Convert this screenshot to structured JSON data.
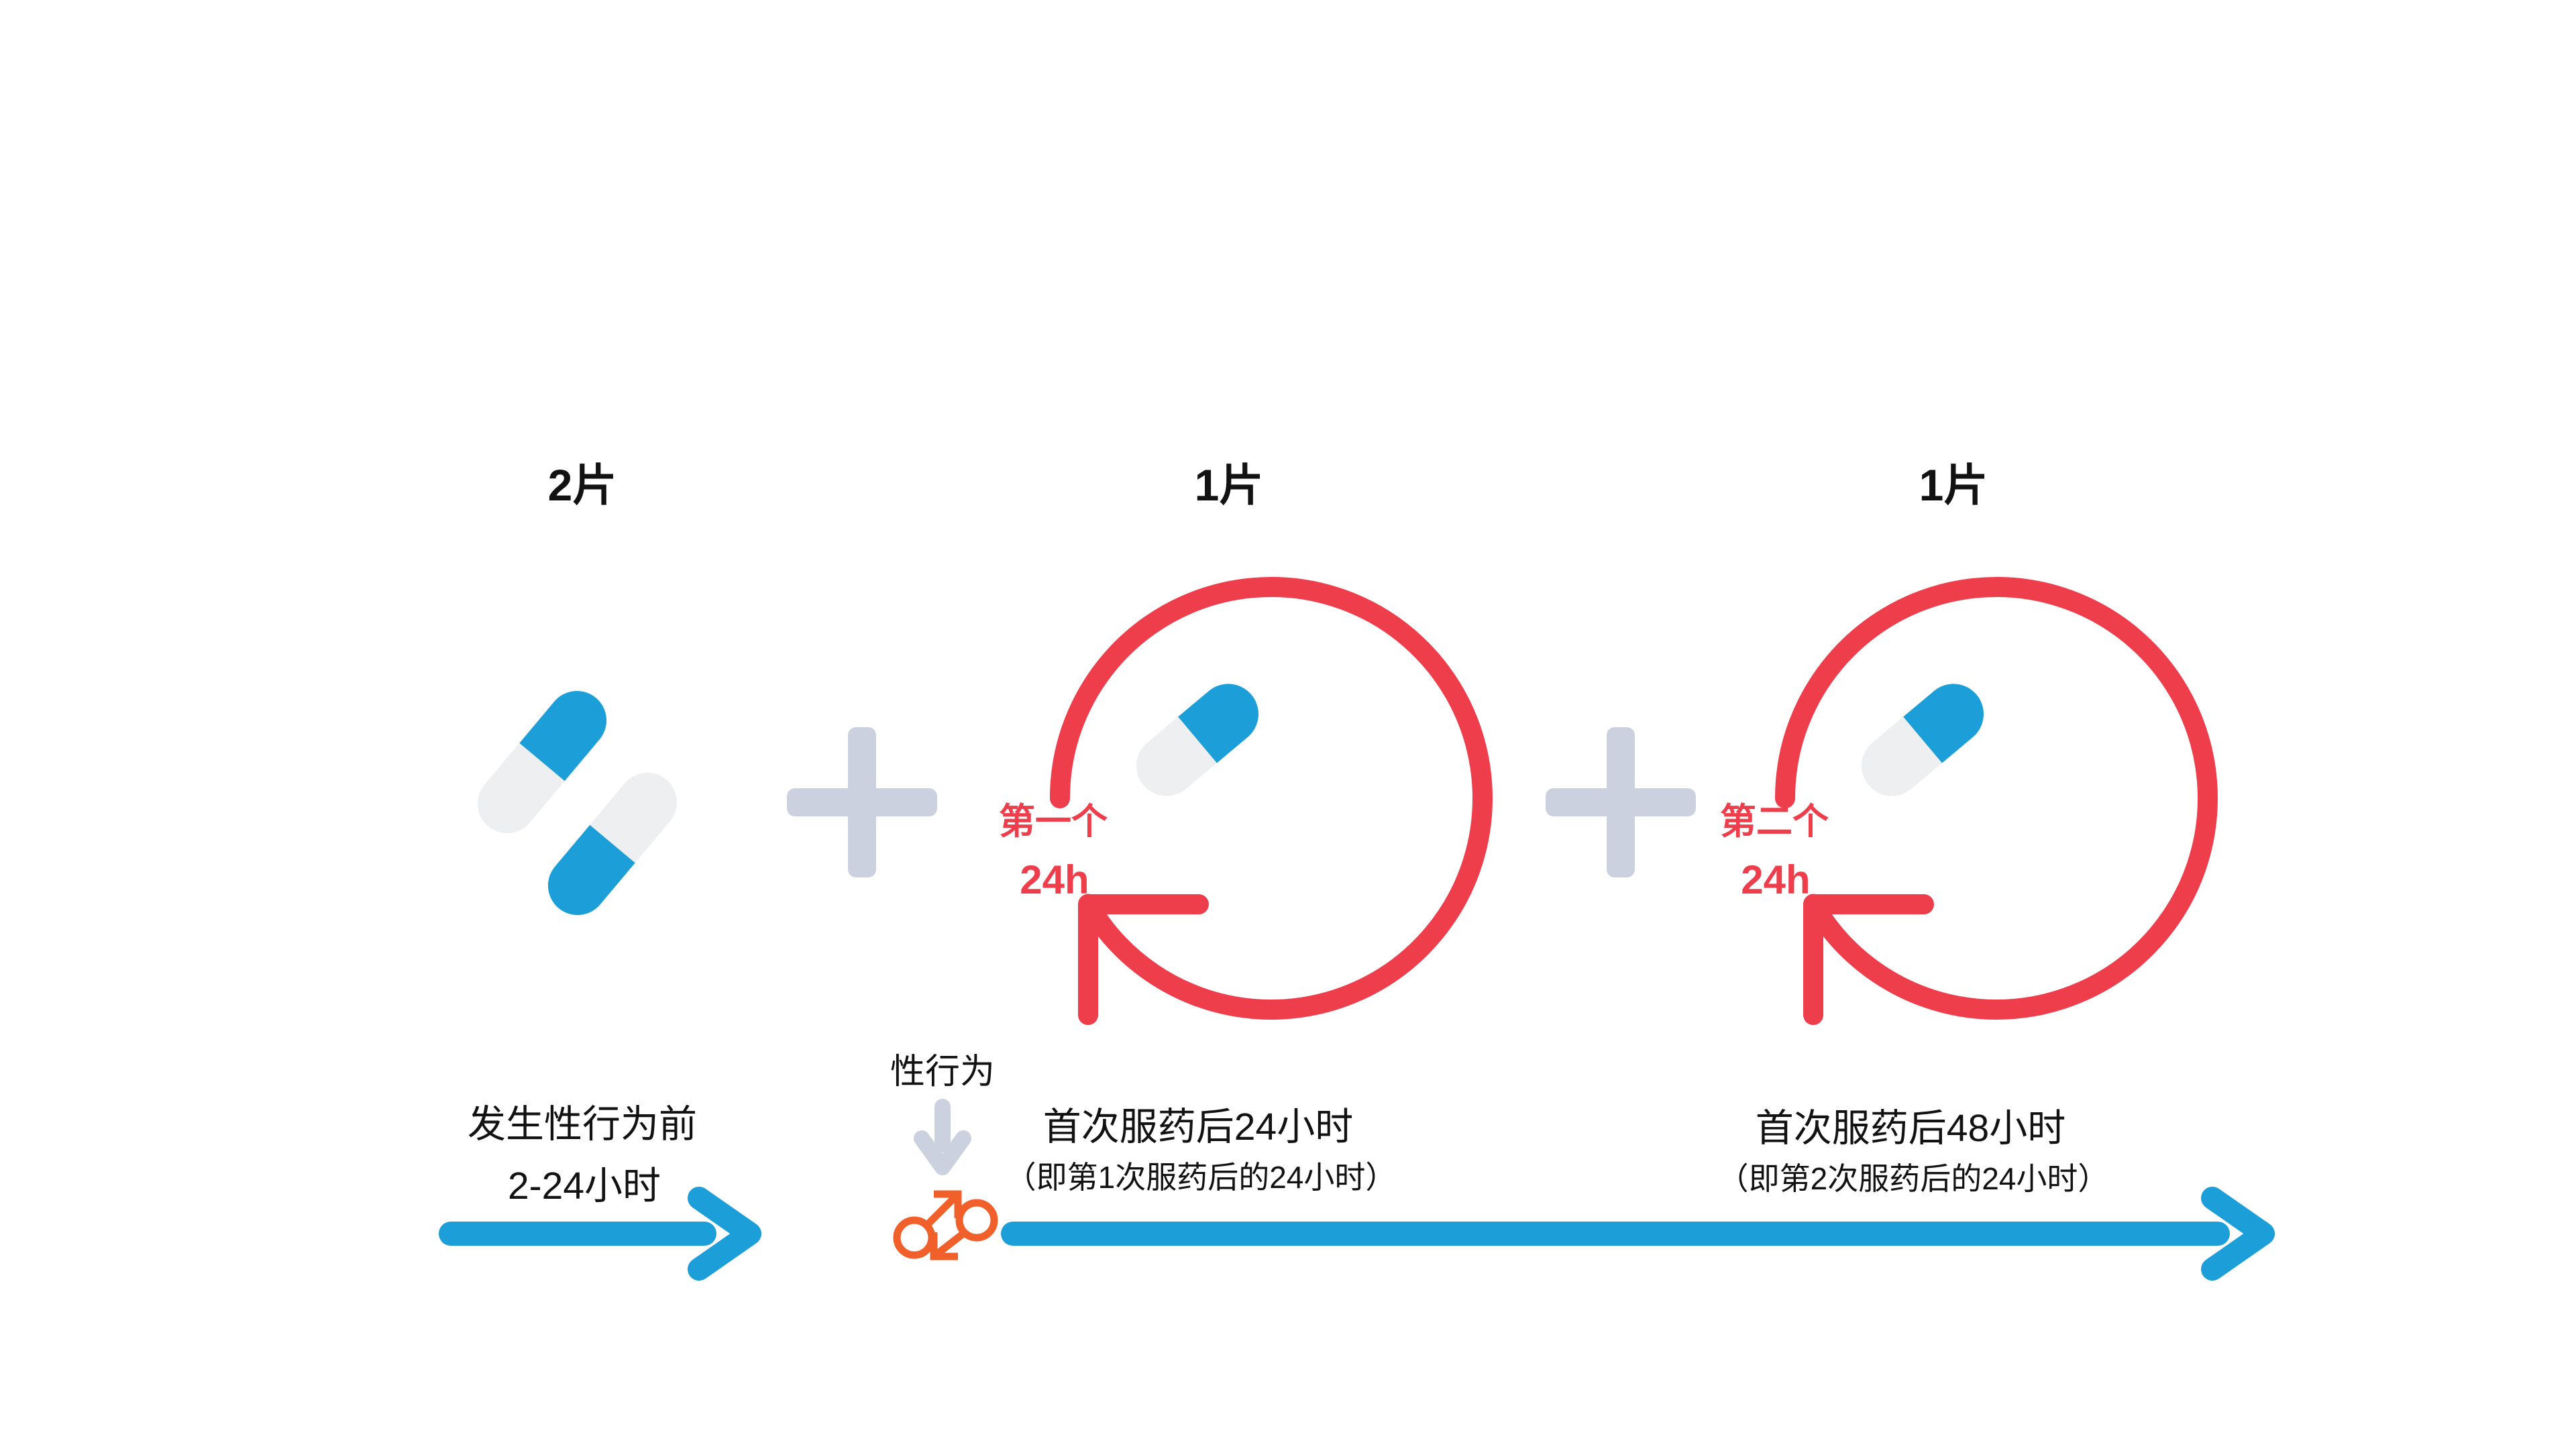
{
  "palette": {
    "red": "#EE3E4C",
    "blue": "#1C9FD9",
    "gray": "#CBD1DE",
    "pale": "#EDEFF1",
    "orange": "#F1602A",
    "ink": "#121212"
  },
  "doses": {
    "first_count": "2片",
    "second_count": "1片",
    "third_count": "1片"
  },
  "cycles": {
    "first": {
      "label": "第一个",
      "hours": "24h"
    },
    "second": {
      "label": "第二个",
      "hours": "24h"
    }
  },
  "timeline": {
    "before": {
      "line1": "发生性行为前",
      "line2": "2-24小时"
    },
    "event_label": "性行为",
    "after24": {
      "line1": "首次服药后24小时",
      "line2": "（即第1次服药后的24小时）"
    },
    "after48": {
      "line1": "首次服药后48小时",
      "line2": "（即第2次服药后的24小时）"
    }
  },
  "icons": {
    "two_capsules": "two-pills-icon",
    "plus": "plus-icon",
    "cycle_ring": "circular-24h-arrow-icon",
    "capsule": "pill-icon",
    "male_male": "male-male-sex-icon",
    "down_arrow": "down-arrow-icon",
    "timeline_arrow": "timeline-right-arrow-icon"
  }
}
